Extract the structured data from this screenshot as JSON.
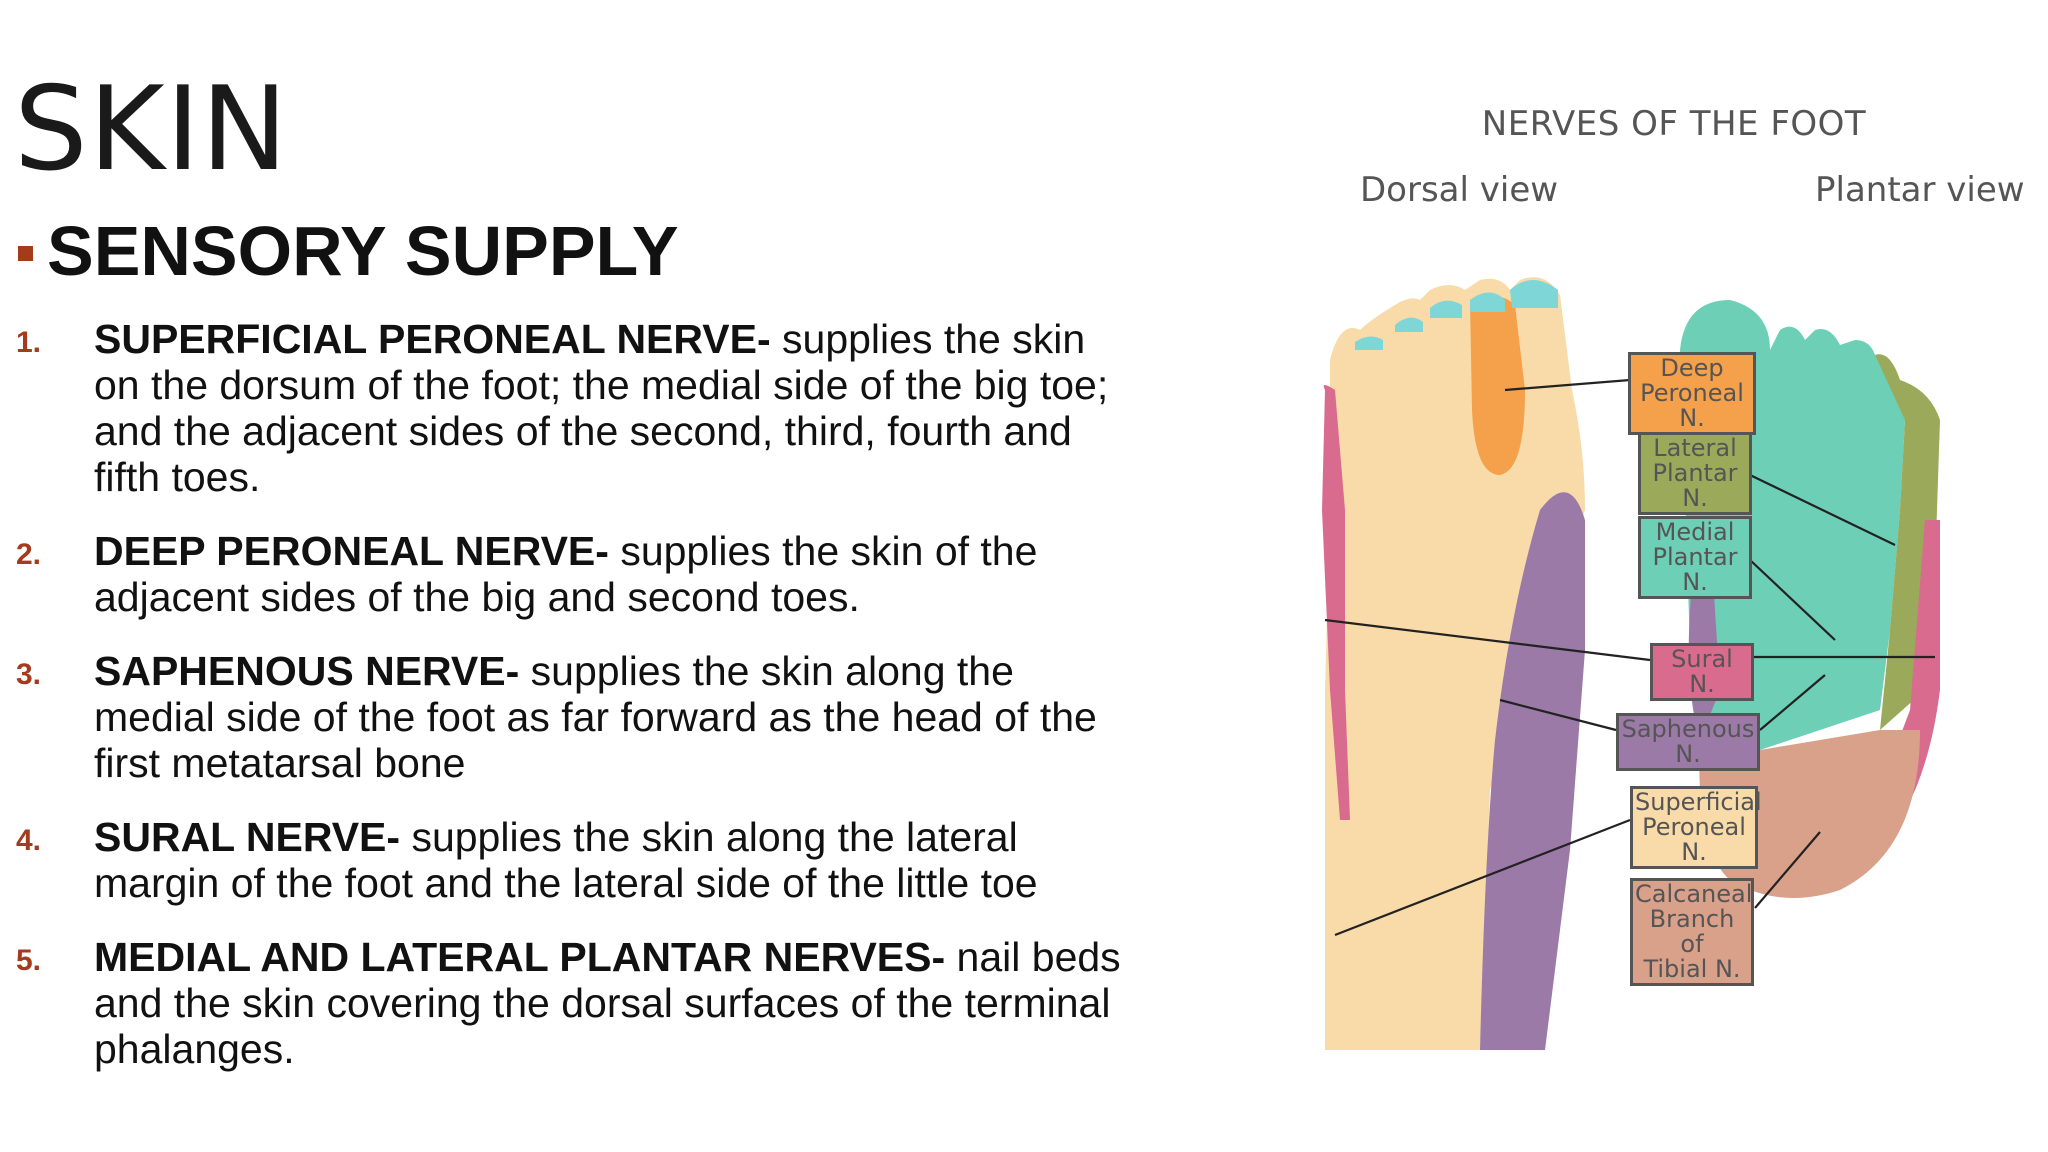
{
  "slide": {
    "title": "SKIN",
    "heading": "SENSORY SUPPLY"
  },
  "nerves": [
    {
      "number": "1.",
      "term": "SUPERFICIAL PERONEAL NERVE-",
      "description": " supplies the skin on the dorsum of the foot; the medial side of the big toe; and the adjacent sides of the second, third, fourth and fifth toes."
    },
    {
      "number": "2.",
      "term": "DEEP PERONEAL NERVE-",
      "description": " supplies the skin of the adjacent sides of the big and second toes."
    },
    {
      "number": "3.",
      "term": "SAPHENOUS NERVE-",
      "description": " supplies the skin along the medial side of the foot as far forward as the head of the first metatarsal bone"
    },
    {
      "number": "4.",
      "term": "SURAL NERVE-",
      "description": " supplies the skin along the lateral margin of the foot and the lateral side of the little toe"
    },
    {
      "number": "5.",
      "term": "MEDIAL AND LATERAL PLANTAR NERVES-",
      "description": " nail beds and the skin covering the dorsal surfaces of the terminal phalanges."
    }
  ],
  "diagram": {
    "title": "NERVES OF THE FOOT",
    "dorsal_label": "Dorsal view",
    "plantar_label": "Plantar view",
    "labels": {
      "deep_peroneal": [
        "Deep",
        "Peroneal N."
      ],
      "lateral_plantar": [
        "Lateral",
        "Plantar N."
      ],
      "medial_plantar": [
        "Medial",
        "Plantar N."
      ],
      "sural": [
        "Sural N."
      ],
      "saphenous": [
        "Saphenous N."
      ],
      "superficial_peroneal": [
        "Superficial",
        "Peroneal N."
      ],
      "calcaneal": [
        "Calcaneal",
        "Branch of",
        "Tibial N."
      ]
    },
    "colors": {
      "deep_peroneal": "#f5a04a",
      "lateral_plantar": "#9aaa5a",
      "medial_plantar": "#6ccfb6",
      "sural": "#d96b8f",
      "saphenous": "#9b7aa8",
      "superficial_peroneal": "#f8dba8",
      "calcaneal": "#d9a08a",
      "toe_tips": "#7fd6d6"
    }
  }
}
